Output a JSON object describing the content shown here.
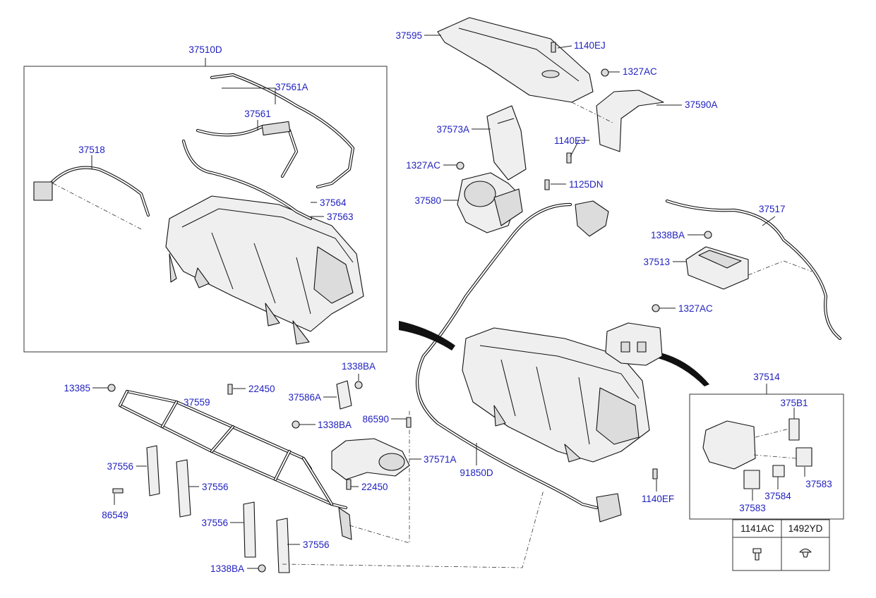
{
  "labels": {
    "l37510D": "37510D",
    "l37561A": "37561A",
    "l37561": "37561",
    "l37518": "37518",
    "l37564": "37564",
    "l37563": "37563",
    "l37595": "37595",
    "l1140EJ_a": "1140EJ",
    "l1327AC_a": "1327AC",
    "l37590A": "37590A",
    "l37573A": "37573A",
    "l1140EJ_b": "1140EJ",
    "l1327AC_b": "1327AC",
    "l1125DN": "1125DN",
    "l37580": "37580",
    "l37517": "37517",
    "l1338BA_a": "1338BA",
    "l37513": "37513",
    "l1327AC_c": "1327AC",
    "l1338BA_b": "1338BA",
    "l13385": "13385",
    "l22450_a": "22450",
    "l37559": "37559",
    "l37586A": "37586A",
    "l86590": "86590",
    "l1338BA_c": "1338BA",
    "l37571A": "37571A",
    "l37556_a": "37556",
    "l37556_b": "37556",
    "l22450_b": "22450",
    "l91850D": "91850D",
    "l86549": "86549",
    "l37556_c": "37556",
    "l37556_d": "37556",
    "l1338BA_d": "1338BA",
    "l1140EF": "1140EF",
    "l37514": "37514",
    "l375B1": "375B1",
    "l37583_a": "37583",
    "l37584": "37584",
    "l37583_b": "37583"
  },
  "legend_table": {
    "col1": "1141AC",
    "col2": "1492YD"
  }
}
